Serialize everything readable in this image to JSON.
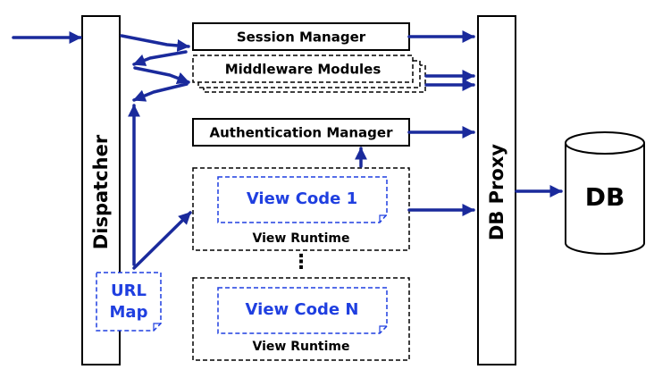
{
  "labels": {
    "dispatcher": "Dispatcher",
    "session_manager": "Session Manager",
    "middleware_modules": "Middleware Modules",
    "authentication_manager": "Authentication Manager",
    "view_code_1": "View Code 1",
    "view_runtime_1": "View Runtime",
    "ellipsis": "⋮",
    "view_code_n": "View Code N",
    "view_runtime_n": "View Runtime",
    "url_map_line1": "URL",
    "url_map_line2": "Map",
    "db_proxy": "DB Proxy",
    "db": "DB"
  },
  "colors": {
    "arrow": "#1a2a9c",
    "view_code_text": "#1f3fe0",
    "outline": "#000000"
  }
}
